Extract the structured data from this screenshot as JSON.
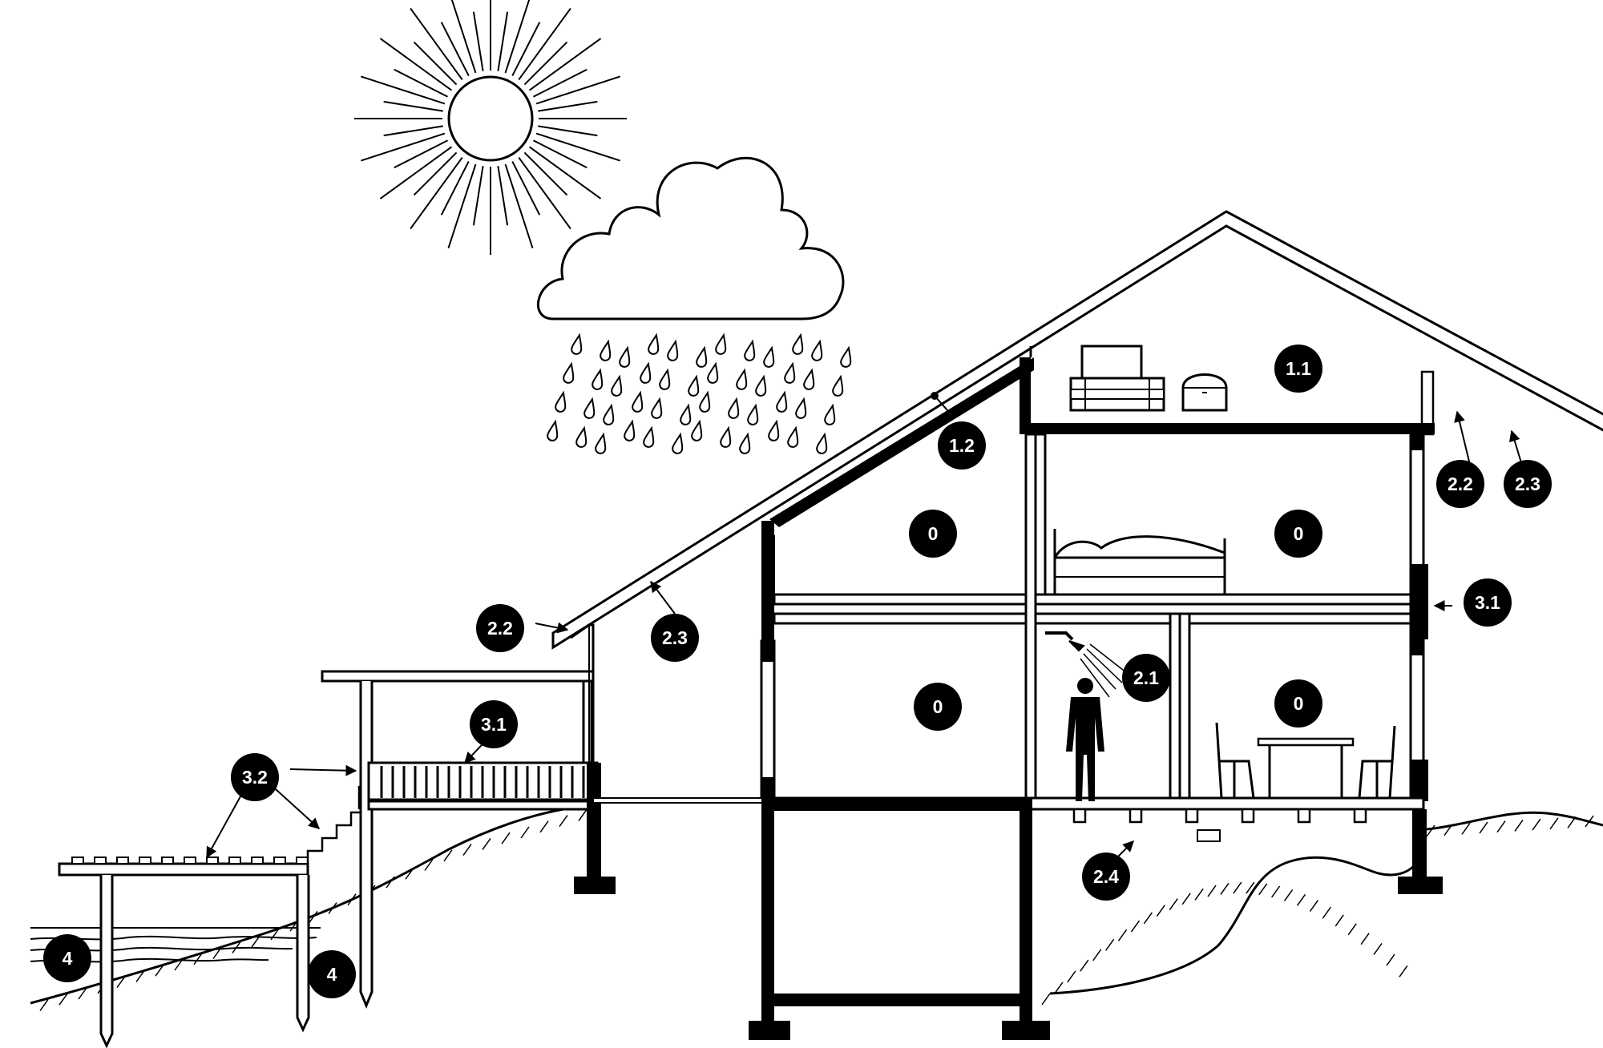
{
  "labels": {
    "attic": "1.1",
    "roof_insulation": "1.2",
    "gutter_right": "2.2",
    "eave_right": "2.3",
    "gutter_left": "2.2",
    "eave_left": "2.3",
    "shower": "2.1",
    "crawlspace": "2.4",
    "window_right": "3.1",
    "railing": "3.1",
    "stairs_dock": "3.2",
    "water_left": "4",
    "water_right": "4",
    "room_upper_left": "0",
    "room_upper_right": "0",
    "room_lower_left": "0",
    "room_lower_right": "0"
  },
  "colors": {
    "ink": "#000000",
    "paper": "#ffffff"
  }
}
